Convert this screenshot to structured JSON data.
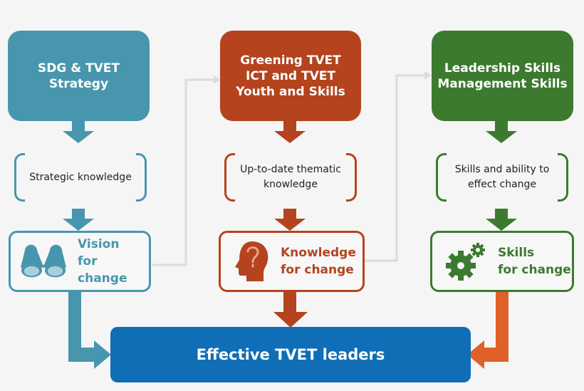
{
  "colors": {
    "teal": "#4896ad",
    "rust": "#b5431e",
    "green": "#3c7a2f",
    "blue": "#0f6eb6",
    "orange": "#e0602a",
    "connector": "#dcdcdc"
  },
  "columns": [
    {
      "top_lines": [
        "SDG & TVET",
        "Strategy"
      ],
      "bracket_lines": [
        "Strategic knowledge"
      ],
      "outcome_lines": [
        "Vision",
        "for change"
      ],
      "icon": "binoculars-icon"
    },
    {
      "top_lines": [
        "Greening TVET",
        "ICT and TVET",
        "Youth and Skills"
      ],
      "bracket_lines": [
        "Up-to-date thematic",
        "knowledge"
      ],
      "outcome_lines": [
        "Knowledge",
        "for change"
      ],
      "icon": "head-question-icon"
    },
    {
      "top_lines": [
        "Leadership Skills",
        "Management Skills"
      ],
      "bracket_lines": [
        "Skills and ability to",
        "effect change"
      ],
      "outcome_lines": [
        "Skills",
        "for change"
      ],
      "icon": "gears-icon"
    }
  ],
  "final": {
    "label": "Effective TVET leaders"
  }
}
